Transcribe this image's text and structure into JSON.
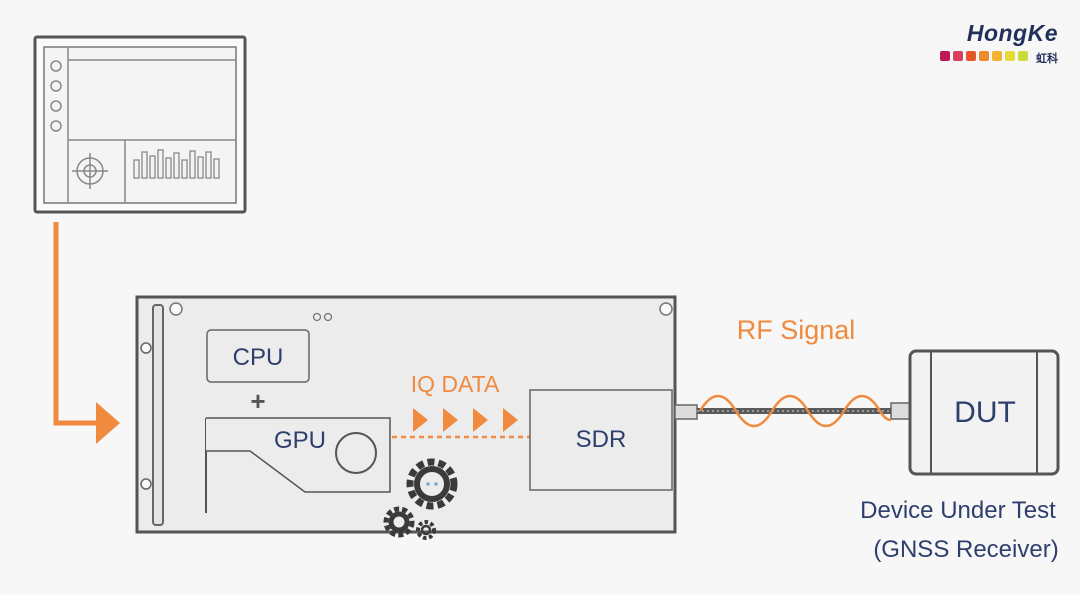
{
  "brand": {
    "name": "HongKe",
    "sub": "虹科",
    "dot_colors": [
      "#c2185b",
      "#d84060",
      "#e4572e",
      "#f0892e",
      "#f2b233",
      "#e8d83a",
      "#c8dc3c"
    ]
  },
  "colors": {
    "accent": "#f08a3e",
    "label": "#2e3f6e",
    "stroke": "#555555",
    "box_fill": "#ececec"
  },
  "workstation": {
    "icons": [
      "target-icon",
      "bars-icon"
    ]
  },
  "server": {
    "cpu_label": "CPU",
    "plus_label": "+",
    "gpu_label": "GPU",
    "iq_label": "IQ DATA",
    "sdr_label": "SDR"
  },
  "signal": {
    "rf_label": "RF Signal"
  },
  "dut": {
    "label": "DUT",
    "caption_line1": "Device Under Test",
    "caption_line2": "(GNSS Receiver)"
  }
}
